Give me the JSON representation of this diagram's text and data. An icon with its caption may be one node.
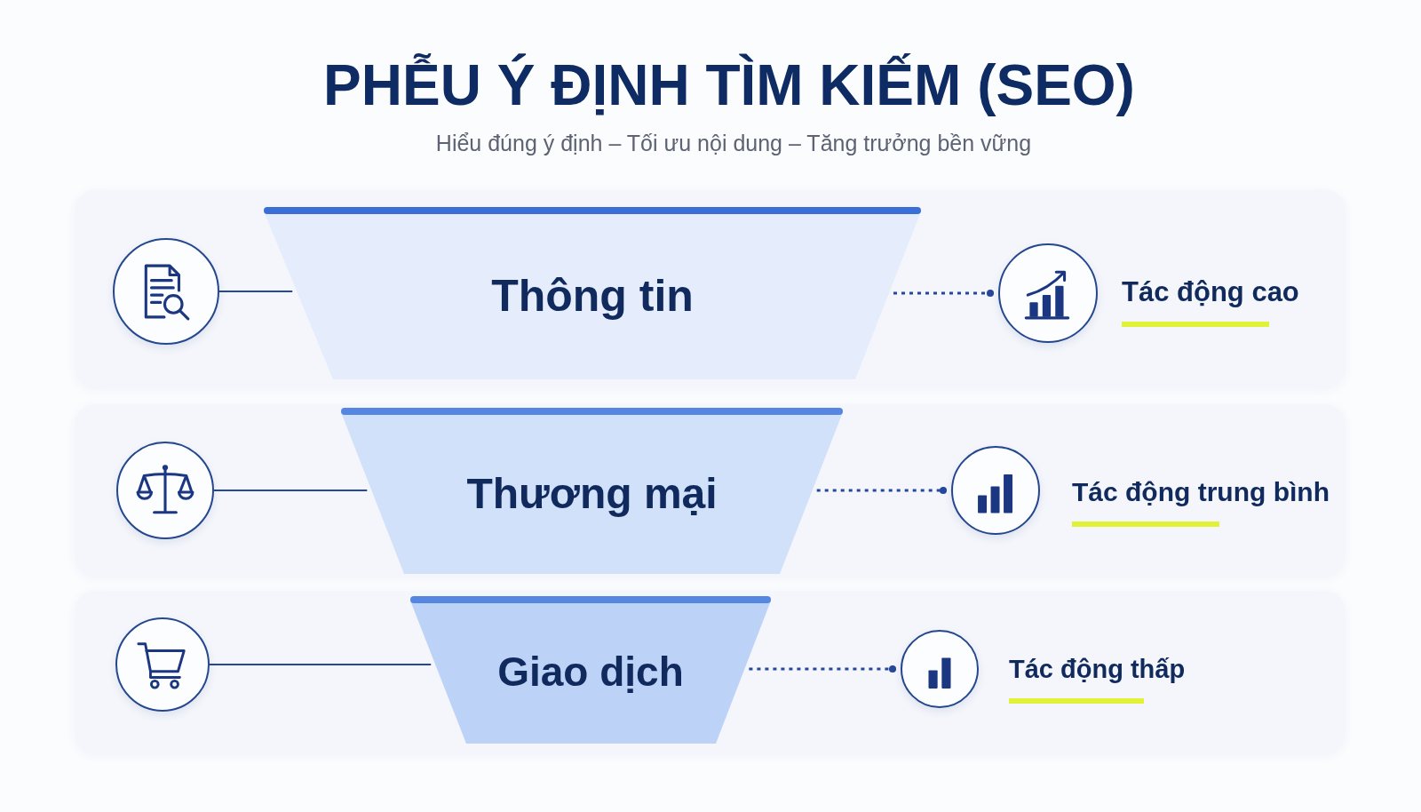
{
  "diagram": {
    "title": "PHỄU Ý ĐỊNH TÌM KIẾM (SEO)",
    "nodes": [
      {
        "text": [],
        "shape": "box"
      },
      {
        "text": [],
        "shape": "circle",
        "in": 0
      },
      {
        "text": [
          "Thông tin"
        ],
        "in": 0
      },
      {
        "text": [],
        "shape": "circle",
        "in": 0,
        "beside": [
          "Tác động cao"
        ]
      },
      {
        "text": [],
        "shape": "box"
      },
      {
        "text": [],
        "shape": "circle",
        "in": 4
      },
      {
        "text": [
          "Thương mại"
        ],
        "in": 4
      },
      {
        "text": [],
        "shape": "circle",
        "in": 4,
        "beside": [
          "Tác động trung bình"
        ]
      },
      {
        "text": [],
        "shape": "box"
      },
      {
        "text": [],
        "shape": "circle",
        "in": 8
      },
      {
        "text": [
          "Giao dịch"
        ],
        "in": 8
      },
      {
        "text": [],
        "shape": "circle",
        "in": 8,
        "beside": [
          "Tác động thấp"
        ]
      }
    ],
    "edges": [
      {
        "from": 1,
        "to": 2,
        "arrow": "none"
      },
      {
        "from": 2,
        "to": 3,
        "arrow": "other",
        "style": "dashed"
      },
      {
        "from": 5,
        "to": 6,
        "arrow": "none"
      },
      {
        "from": 6,
        "to": 7,
        "arrow": "other",
        "style": "dashed"
      },
      {
        "from": 9,
        "to": 10,
        "arrow": "none"
      },
      {
        "from": 10,
        "to": 11,
        "arrow": "other",
        "style": "dashed"
      }
    ],
    "labels": [
      "Hiểu đúng ý định – Tối ưu nội dung – Tăng trưởng bền vững"
    ]
  }
}
